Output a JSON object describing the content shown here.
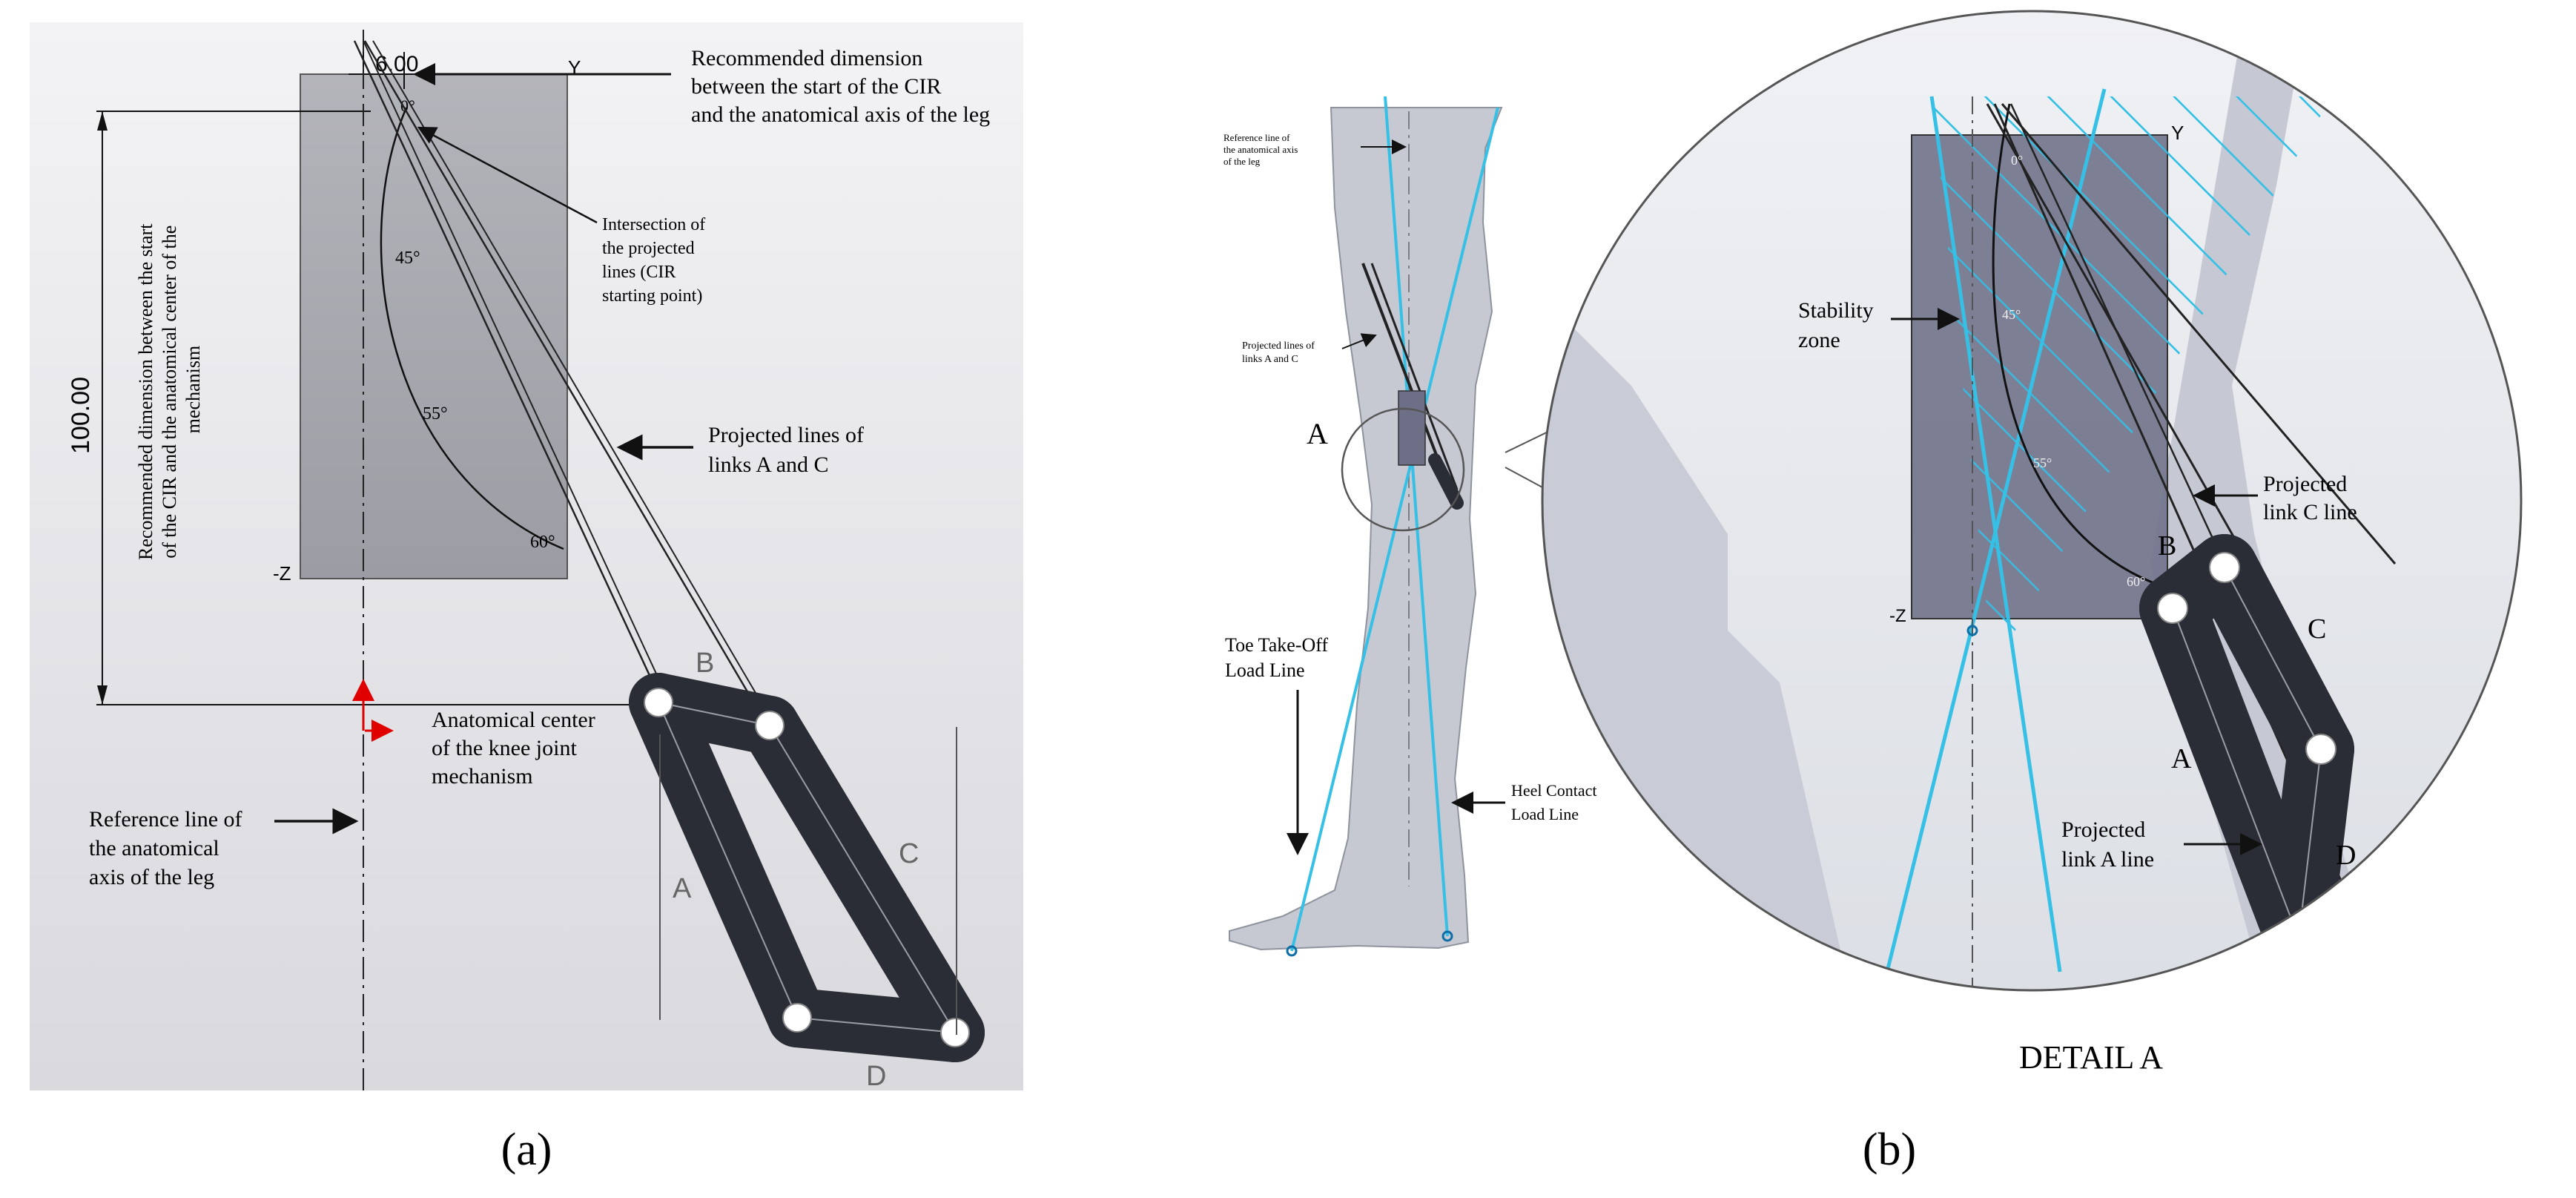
{
  "panel_a": {
    "caption": "(a)",
    "dim_top": "6.00",
    "dim_side": "100.00",
    "axis_y": "Y",
    "axis_z": "-Z",
    "angles": [
      "0°",
      "45°",
      "55°",
      "60°"
    ],
    "link_letters": [
      "B",
      "A",
      "C",
      "D"
    ],
    "note_recommended_top": [
      "Recommended dimension",
      "between the start of the CIR",
      "and the anatomical axis of the leg"
    ],
    "note_recommended_side": [
      "Recommended dimension between the start",
      "of the CIR and the anatomical center of the",
      "mechanism"
    ],
    "note_intersection": [
      "Intersection of",
      "the projected",
      "lines (CIR",
      "starting point)"
    ],
    "note_projected": [
      "Projected lines of",
      "links A and C"
    ],
    "note_center": [
      "Anatomical center",
      "of the knee joint",
      "mechanism"
    ],
    "note_reference": [
      "Reference line of",
      "the anatomical",
      "axis of the leg"
    ]
  },
  "panel_b": {
    "caption": "(b)",
    "detail_label": "A",
    "note_reference": [
      "Reference line of",
      "the anatomical axis",
      "of the leg"
    ],
    "note_projected": [
      "Projected lines of",
      "links A and C"
    ],
    "note_toe": [
      "Toe Take-Off",
      "Load Line"
    ],
    "note_heel": [
      "Heel Contact",
      "Load Line"
    ],
    "detail": {
      "title": "DETAIL A",
      "stability": [
        "Stability",
        "zone"
      ],
      "axis_y": "Y",
      "axis_z": "-Z",
      "angles": [
        "0°",
        "45°",
        "55°",
        "60°"
      ],
      "link_letters": [
        "B",
        "C",
        "A",
        "D"
      ],
      "note_link_c": [
        "Projected",
        "link C line"
      ],
      "note_link_a": [
        "Projected",
        "link A line"
      ]
    }
  },
  "colors": {
    "panel_bg": "#e4e4e8",
    "rect_fill": "#a8a8b0",
    "link_dark": "#2b2d36",
    "leg_fill": "#c6c9d2",
    "leg_line": "#8e939e",
    "load_line": "#36c0e6",
    "detail_rect": "#6d6f87",
    "red_arrow": "#e00000"
  }
}
